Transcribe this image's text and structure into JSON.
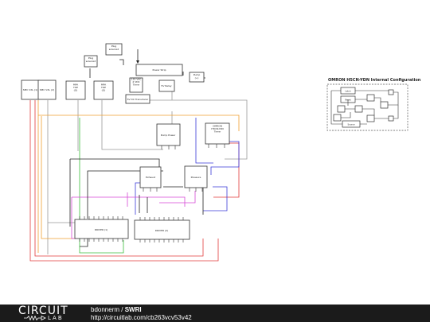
{
  "diagram": {
    "labels": {
      "plug_solenoid": "Plug\nsolenoid",
      "plug": "Plug\nsolenoid",
      "power_strip": "Power Strip",
      "pump": "Pump\n(+)",
      "timer_120": "120 VAC\n2 VDC\nTimer",
      "relay_5v": "5V Relay",
      "transducer": "5V DC Transducer",
      "mpa1": "MPA\nTOP\n(O)",
      "mpa2": "MPA\nTOP\n(O)",
      "smc1": "SMC VXL (1)",
      "smc2": "SMC VXL (2)",
      "pump_power": "Pump Power",
      "omron_main": "OMRON\nH3CN-Y0N\nTimer",
      "exhaust": "Exhaust",
      "pressure": "Pressure",
      "driver1": "DRIVER (1)",
      "driver2": "DRIVER (2)"
    },
    "omron_title": "OMRON H5CN-YDN Internal Configuration",
    "omron_boxes": [
      "Latch",
      "Reset",
      "Source"
    ]
  },
  "footer": {
    "logo_top": "CIRCUIT",
    "logo_bottom": "LAB",
    "author": "bdonnerm",
    "separator": " / ",
    "title": "SWRI",
    "url": "http://circuitlab.com/cb263vcv53v42"
  },
  "colors": {
    "wire_red": "#e23b3b",
    "wire_orange": "#f0a030",
    "wire_blue": "#3a3ad8",
    "wire_green": "#3bbf3b",
    "wire_magenta": "#d64ad6",
    "wire_gray": "#999999",
    "footer_bg": "#1b1b1b"
  }
}
